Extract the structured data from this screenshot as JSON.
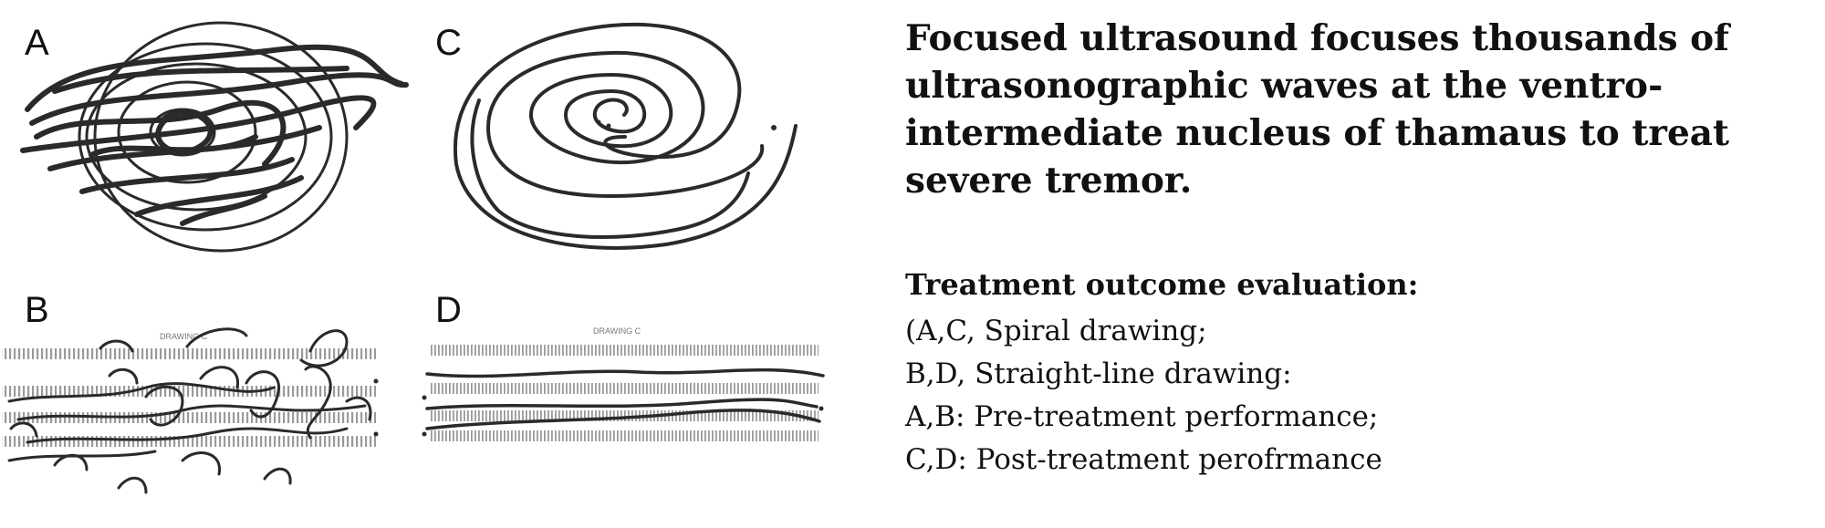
{
  "panels": {
    "a": {
      "label": "A"
    },
    "b": {
      "label": "B",
      "sheet_caption": "DRAWING C"
    },
    "c": {
      "label": "C"
    },
    "d": {
      "label": "D",
      "sheet_caption": "DRAWING C"
    }
  },
  "headline": "Focused ultrasound focuses thousands of ultrasonographic waves at the ventro-intermediate nucleus of thamaus to treat severe tremor.",
  "evaluation": {
    "heading": "Treatment outcome evaluation:",
    "lines": [
      "(A,C, Spiral drawing;",
      "B,D, Straight-line drawing:",
      "A,B: Pre-treatment performance;",
      "C,D: Post-treatment perofrmance"
    ]
  },
  "colors": {
    "ink": "#2a2a2a",
    "guide": "#9a9a9a"
  }
}
